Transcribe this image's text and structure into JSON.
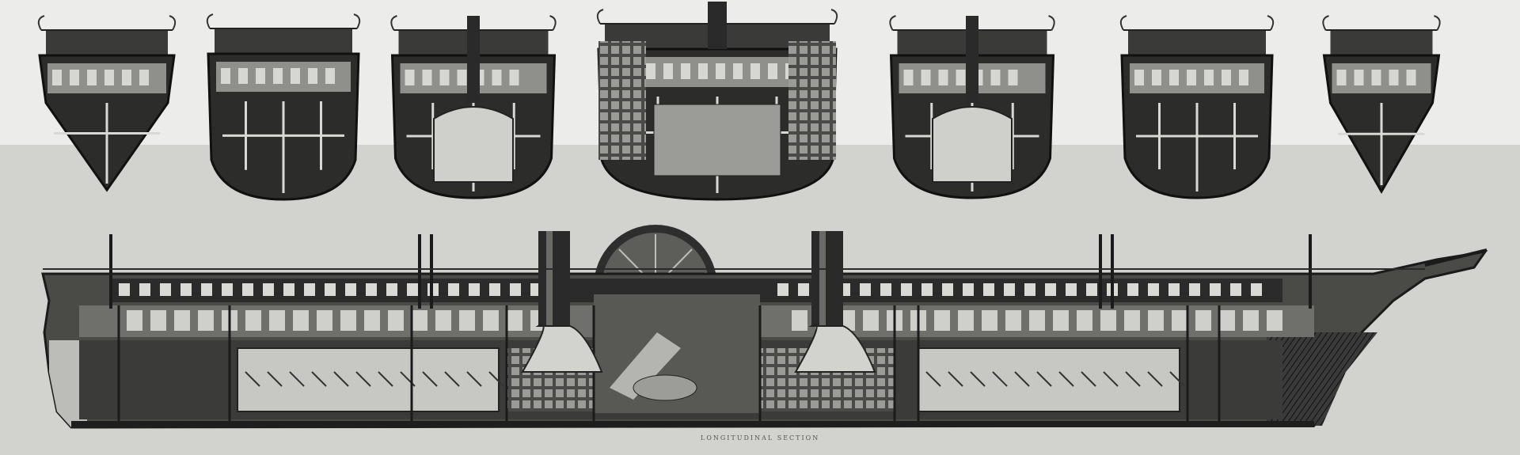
{
  "diagram": {
    "caption": "LONGITUDINAL SECTION",
    "colors": {
      "paper": "#e9e9e6",
      "sea": "#cfcfcc",
      "ink": "#222222",
      "hull_dark": "#2a2a2a",
      "hull_mid": "#6d6d6a",
      "hull_light": "#a9a9a6",
      "room": "#8a8a87",
      "window": "#d9d9d6"
    },
    "icons": {
      "cross_section": "hull-cross-section-icon",
      "funnel": "funnel-icon",
      "mast": "mast-icon",
      "paddle_wheel": "paddle-wheel-icon"
    },
    "cross_section_count": 7,
    "funnel_count": 2,
    "mast_count": 6
  }
}
